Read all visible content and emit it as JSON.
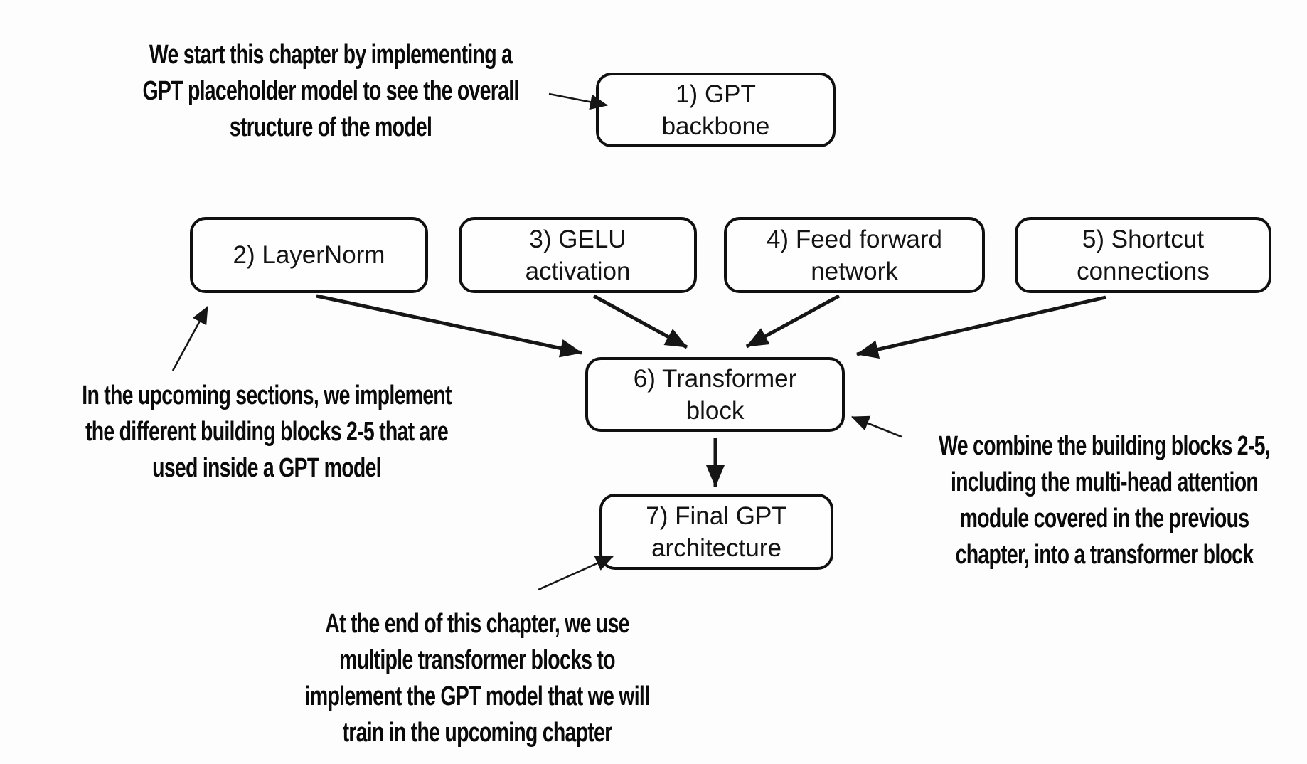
{
  "diagram": {
    "background_color": "#fdfdfd",
    "box_fill_color": "#fefefe",
    "box_border_color": "#101010",
    "arrow_color": "#161616",
    "text_color": "#0a0a0a",
    "nodes": [
      {
        "id": "gpt-backbone",
        "lines": [
          "1) GPT",
          "backbone"
        ]
      },
      {
        "id": "layernorm",
        "lines": [
          "2) LayerNorm"
        ]
      },
      {
        "id": "gelu-activation",
        "lines": [
          "3) GELU",
          "activation"
        ]
      },
      {
        "id": "feed-forward-network",
        "lines": [
          "4) Feed forward",
          "network"
        ]
      },
      {
        "id": "shortcut-connections",
        "lines": [
          "5) Shortcut",
          "connections"
        ]
      },
      {
        "id": "transformer-block",
        "lines": [
          "6) Transformer",
          "block"
        ]
      },
      {
        "id": "final-gpt-architecture",
        "lines": [
          "7) Final GPT",
          "architecture"
        ]
      }
    ],
    "edges": [
      {
        "from": "layernorm",
        "to": "transformer-block"
      },
      {
        "from": "gelu-activation",
        "to": "transformer-block"
      },
      {
        "from": "feed-forward-network",
        "to": "transformer-block"
      },
      {
        "from": "shortcut-connections",
        "to": "transformer-block"
      },
      {
        "from": "transformer-block",
        "to": "final-gpt-architecture"
      }
    ],
    "annotations": {
      "top": {
        "points_to": "gpt-backbone",
        "lines": [
          "We start this chapter by implementing a",
          "GPT placeholder model to see the overall",
          "structure of the model"
        ]
      },
      "left": {
        "points_to": "layernorm",
        "lines": [
          "In the upcoming sections, we implement",
          "the different building blocks 2-5 that are",
          "used inside a GPT model"
        ]
      },
      "right": {
        "points_to": "transformer-block",
        "lines": [
          "We combine the building blocks 2-5,",
          "including the multi-head attention",
          "module covered in the previous",
          "chapter, into a transformer block"
        ]
      },
      "bottom": {
        "points_to": "final-gpt-architecture",
        "lines": [
          "At the end of this chapter, we use",
          "multiple transformer blocks to",
          "implement the GPT model that we will",
          "train in the upcoming chapter"
        ]
      }
    }
  }
}
